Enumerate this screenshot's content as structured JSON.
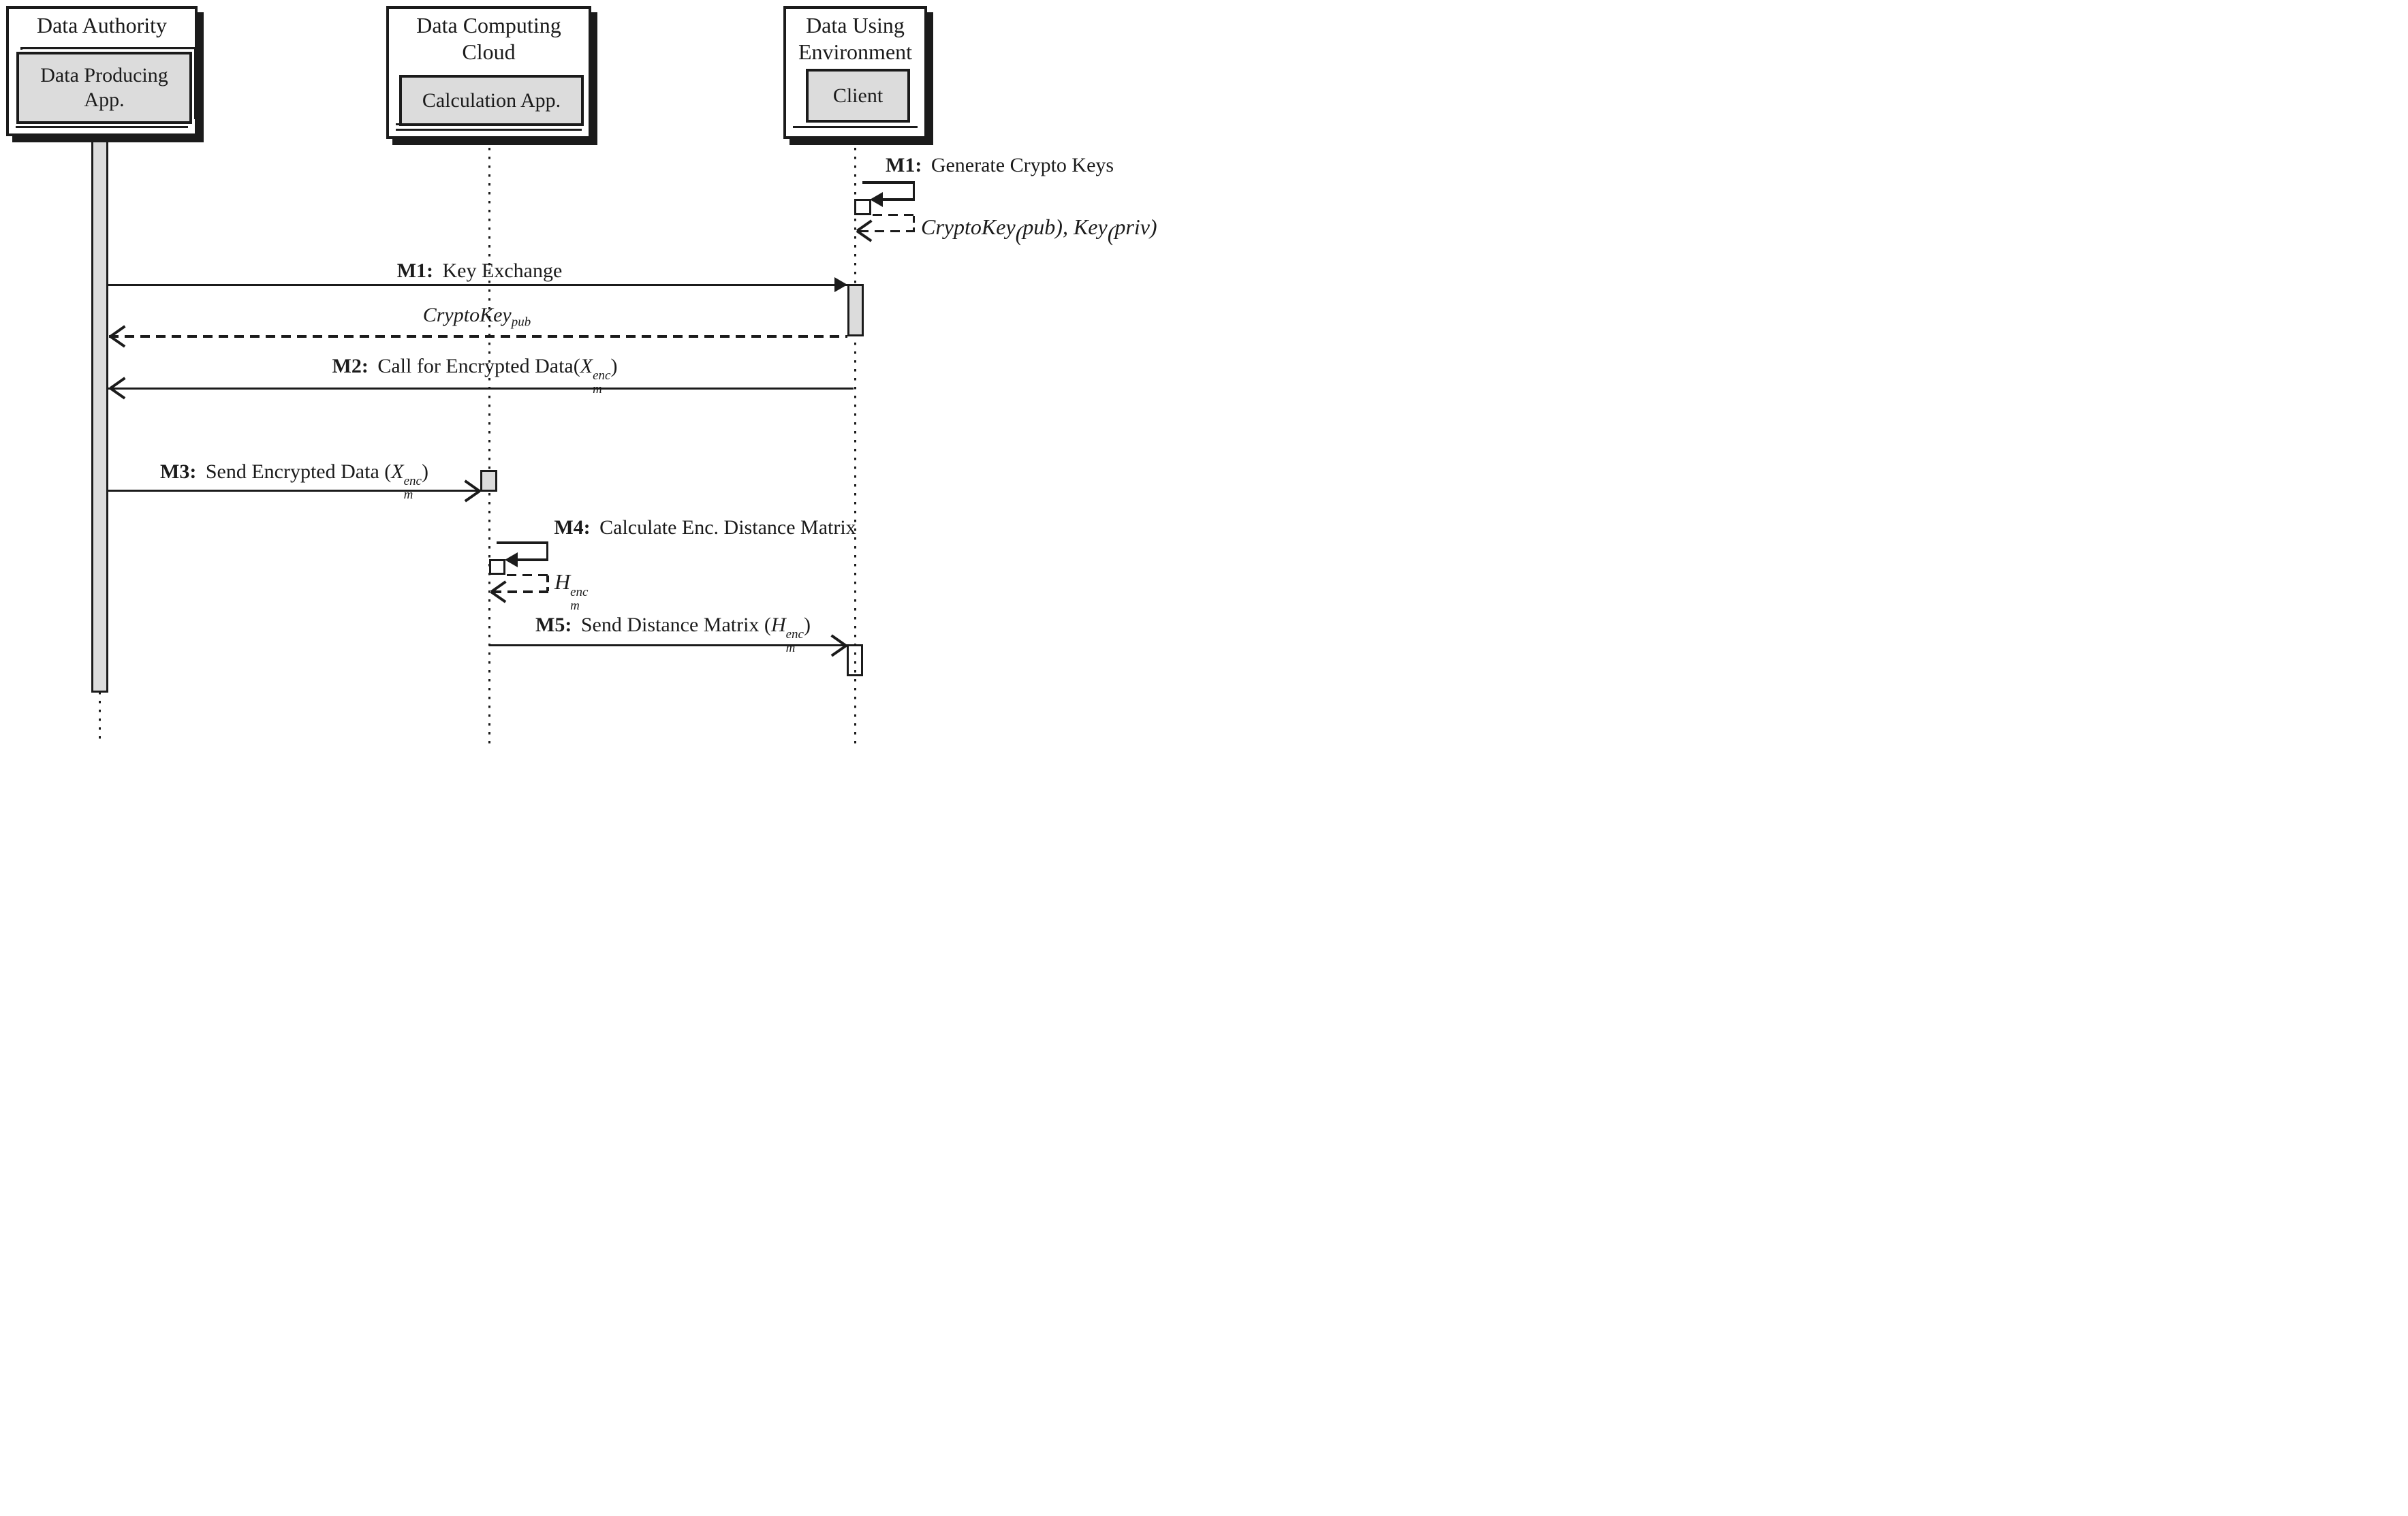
{
  "colors": {
    "ink": "#1b1b1b",
    "panel_gray": "#dcdcdc",
    "background": "#ffffff"
  },
  "actors": {
    "authority": {
      "title": "Data Authority",
      "component": "Data Producing App."
    },
    "cloud": {
      "title": "Data Computing Cloud",
      "component": "Calculation App."
    },
    "client_env": {
      "title": "Data Using Environment",
      "component": "Client"
    }
  },
  "messages": {
    "m1_generate": {
      "prefix": "M1:",
      "label": "Generate Crypto Keys"
    },
    "keys_return": {
      "base1": "CryptoKey",
      "paren1": "(",
      "tail1": "pub)",
      "sep": ", ",
      "base2": "Key",
      "paren2": "(",
      "tail2": "priv)"
    },
    "m1_exchange": {
      "prefix": "M1:",
      "label": "Key Exchange"
    },
    "pubkey_return": {
      "base": "CryptoKey",
      "sub": "pub"
    },
    "m2": {
      "prefix": "M2:",
      "label": "Call for Encrypted Data(",
      "var": "X",
      "sup": "enc",
      "sub": "m",
      "close": ")"
    },
    "m3": {
      "prefix": "M3:",
      "label": "Send Encrypted Data (",
      "var": "X",
      "sup": "enc",
      "sub": "m",
      "close": ")"
    },
    "m4": {
      "prefix": "M4:",
      "label": "Calculate Enc. Distance Matrix"
    },
    "matrix_return": {
      "var": "H",
      "sup": "enc",
      "sub": "m"
    },
    "m5": {
      "prefix": "M5:",
      "label": "Send Distance Matrix (",
      "var": "H",
      "sup": "enc",
      "sub": "m",
      "close": ")"
    }
  }
}
